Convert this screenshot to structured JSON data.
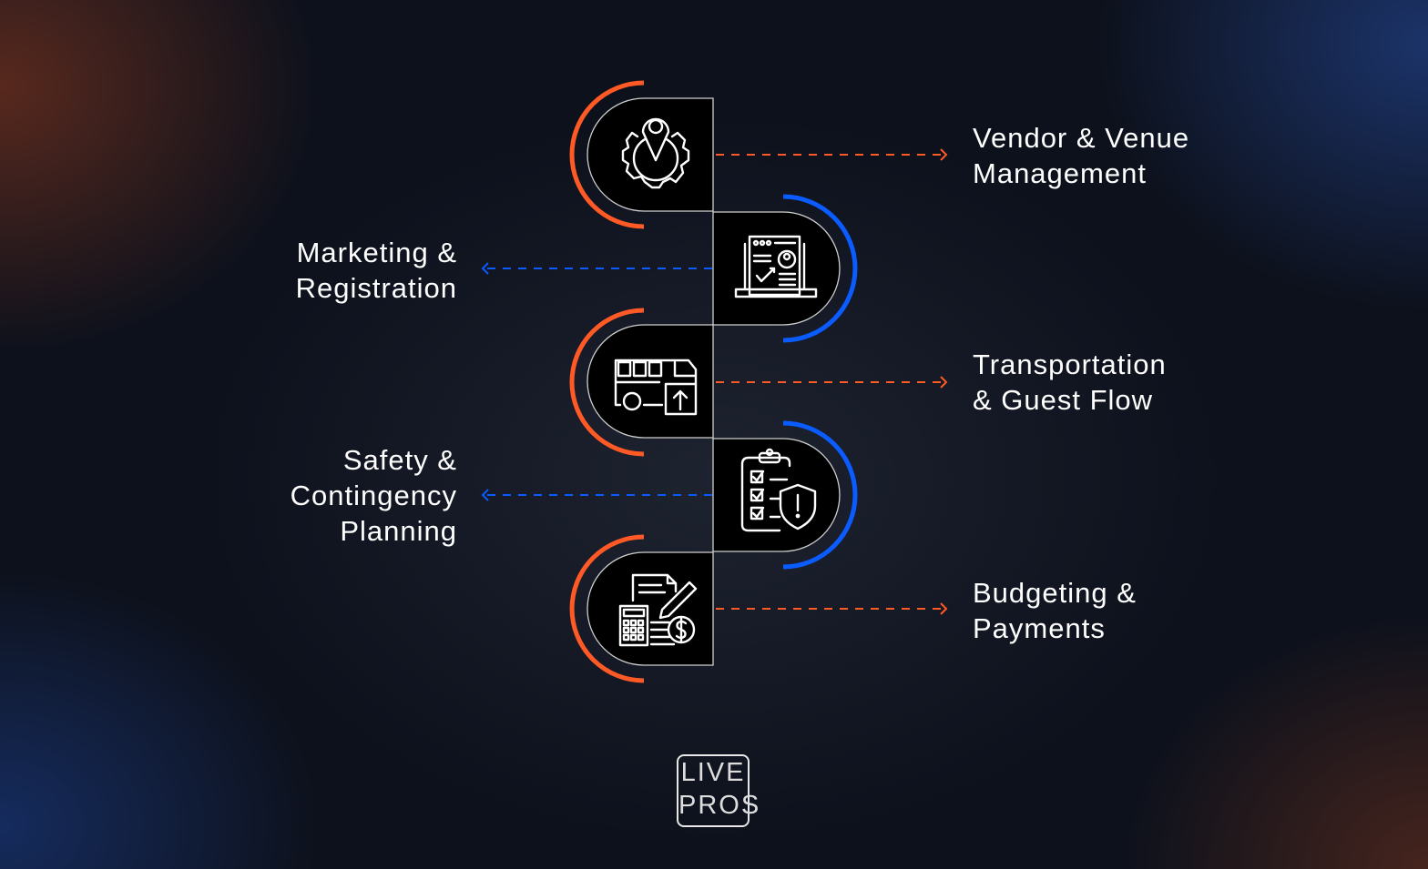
{
  "colors": {
    "orange": "#ff5a26",
    "blue": "#0a5cff",
    "block": "#000000",
    "text": "#ffffff"
  },
  "steps": [
    {
      "label_line1": "Vendor & Venue",
      "label_line2": "Management",
      "label_line3": "",
      "side": "right",
      "icon": "location-gear-icon"
    },
    {
      "label_line1": "Marketing &",
      "label_line2": "Registration",
      "label_line3": "",
      "side": "left",
      "icon": "laptop-profile-icon"
    },
    {
      "label_line1": "Transportation",
      "label_line2": "& Guest Flow",
      "label_line3": "",
      "side": "right",
      "icon": "bus-icon"
    },
    {
      "label_line1": "Safety &",
      "label_line2": "Contingency",
      "label_line3": "Planning",
      "side": "left",
      "icon": "checklist-shield-icon"
    },
    {
      "label_line1": "Budgeting &",
      "label_line2": "Payments",
      "label_line3": "",
      "side": "right",
      "icon": "calculator-budget-icon"
    }
  ],
  "logo": {
    "line1": "LIVE",
    "line2": "PROS"
  }
}
